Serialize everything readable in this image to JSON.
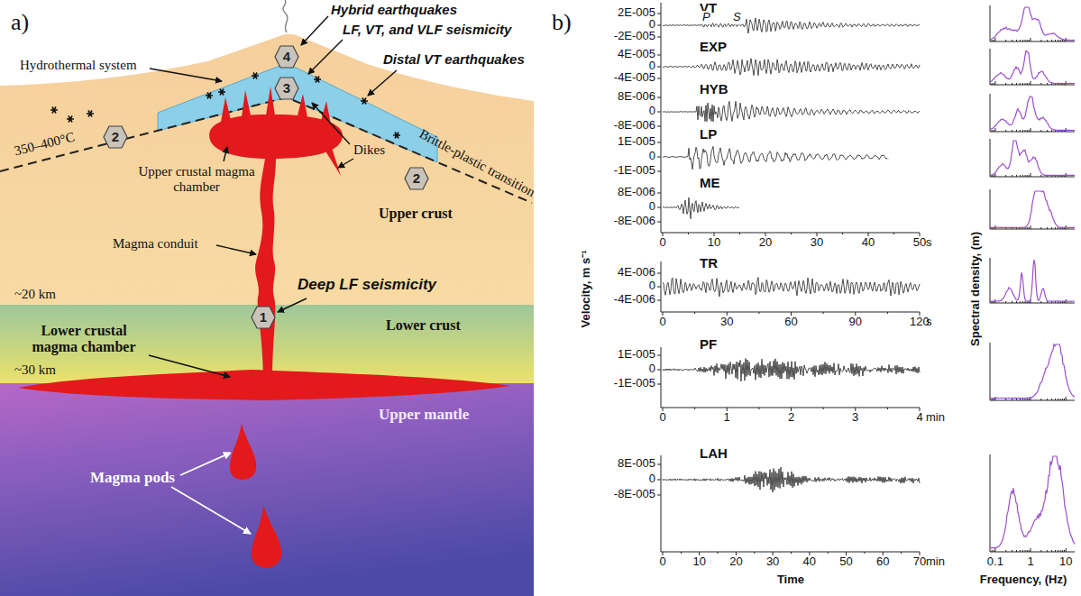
{
  "diagram": {
    "nodes": [
      {
        "text": [
          "4"
        ]
      },
      {
        "text": [
          "3"
        ]
      },
      {
        "text": [
          "2"
        ]
      },
      {
        "text": [
          "2"
        ]
      },
      {
        "text": [
          "1"
        ]
      }
    ],
    "labels": [
      "a)",
      "Hybrid earthquakes",
      "LF, VT, and VLF seismicity",
      "Hydrothermal system",
      "Distal VT earthquakes",
      "350–400°C",
      "Dikes",
      "Brittle-plastic transition",
      "Upper crustal magma chamber",
      "Upper crust",
      "Magma conduit",
      "~20 km",
      "Deep LF seismicity",
      "Lower crust",
      "Lower crustal magma chamber",
      "~30 km",
      "Upper mantle",
      "Magma pods",
      "b)",
      "VT",
      "P",
      "S",
      "2E-005",
      "0",
      "-2E-005",
      "EXP",
      "4E-005",
      "0",
      "-4E-005",
      "HYB",
      "8E-006",
      "0",
      "-8E-006",
      "LP",
      "1E-005",
      "0",
      "-1E-005",
      "ME",
      "8E-006",
      "0",
      "-8E-006",
      "0",
      "10",
      "20",
      "30",
      "40",
      "50",
      "s",
      "TR",
      "4E-006",
      "0",
      "-4E-006",
      "0",
      "30",
      "60",
      "90",
      "120",
      "s",
      "PF",
      "1E-005",
      "0",
      "-1E-005",
      "0",
      "1",
      "2",
      "3",
      "4",
      "min",
      "LAH",
      "8E-005",
      "0",
      "-8E-005",
      "0",
      "10",
      "20",
      "30",
      "40",
      "50",
      "60",
      "70",
      "min",
      "Time",
      "Velocity, m s⁻¹",
      "Spectral density, (m)",
      "Frequency, (Hz)",
      "0.1",
      "1",
      "10"
    ]
  }
}
